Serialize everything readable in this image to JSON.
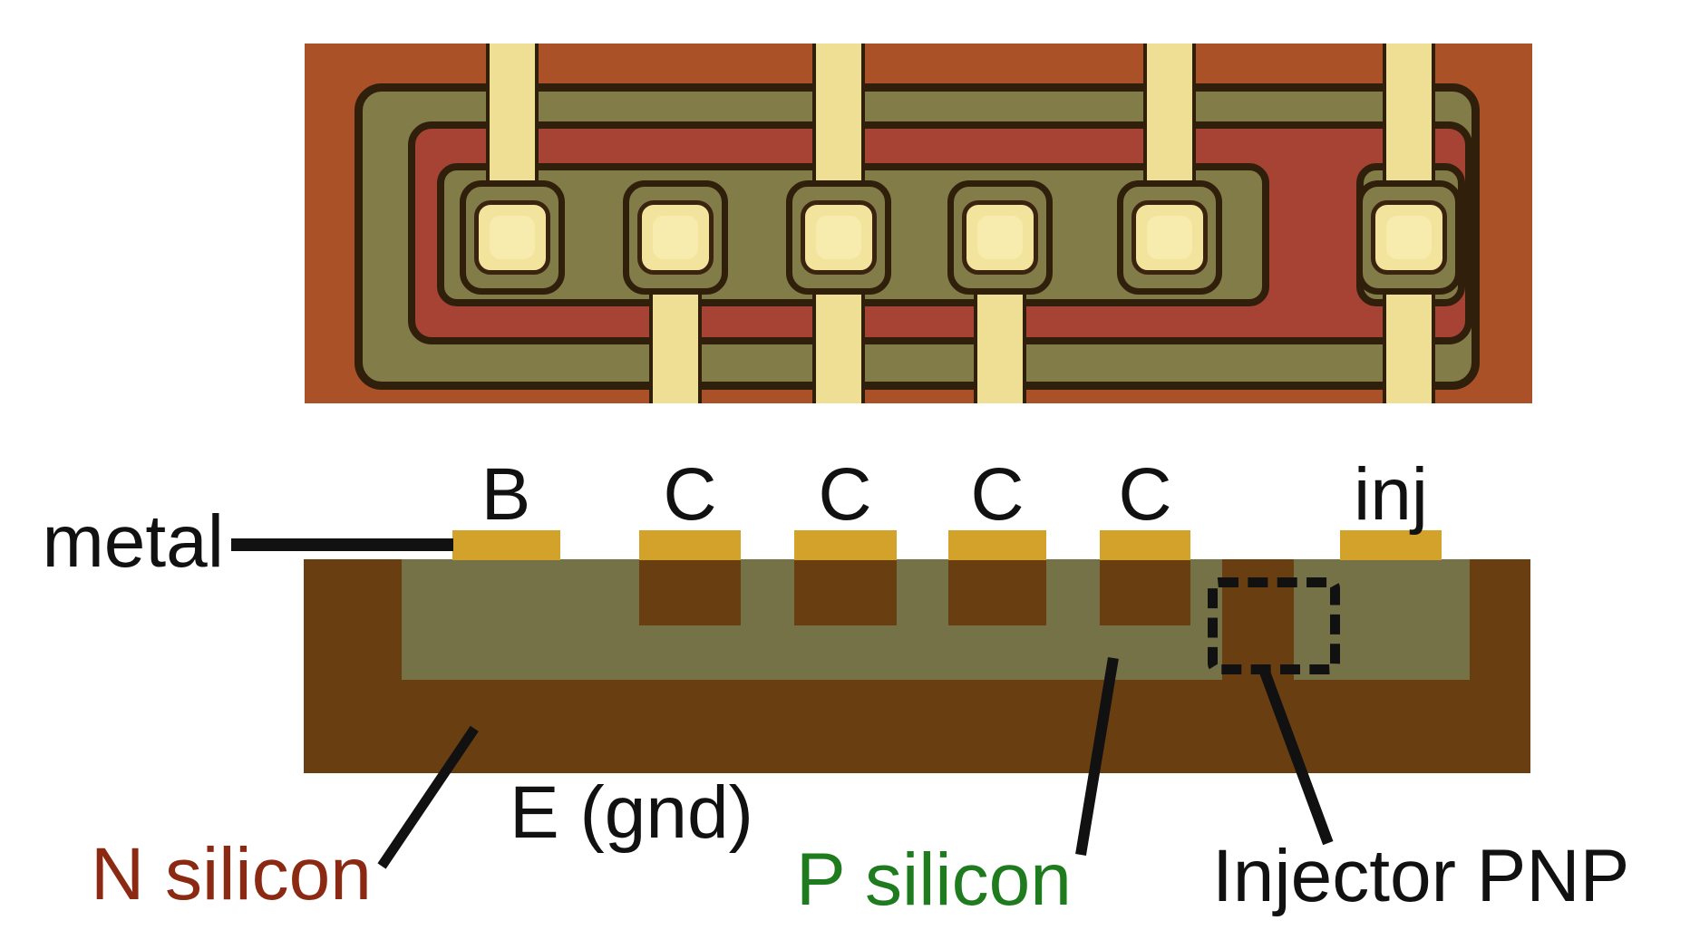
{
  "labels": {
    "metal": "metal",
    "pads": [
      "B",
      "C",
      "C",
      "C",
      "C",
      "inj"
    ],
    "emitter": "E (gnd)",
    "n_silicon": "N silicon",
    "p_silicon": "P silicon",
    "injector_pnp": "Injector PNP"
  },
  "colors": {
    "gold": "#D2A22B",
    "n-brown": "#693F12",
    "p-olive": "#757247",
    "n-text": "#8B2912",
    "p-text": "#1E7B1E",
    "line-black": "#111111",
    "photo-orange": "#AB5128",
    "photo-red": "#A64334",
    "photo-olive": "#827C48",
    "photo-pale": "#EEDF95",
    "photo-pale2": "#F2E49C",
    "photo-dark": "#2F1F0B"
  }
}
